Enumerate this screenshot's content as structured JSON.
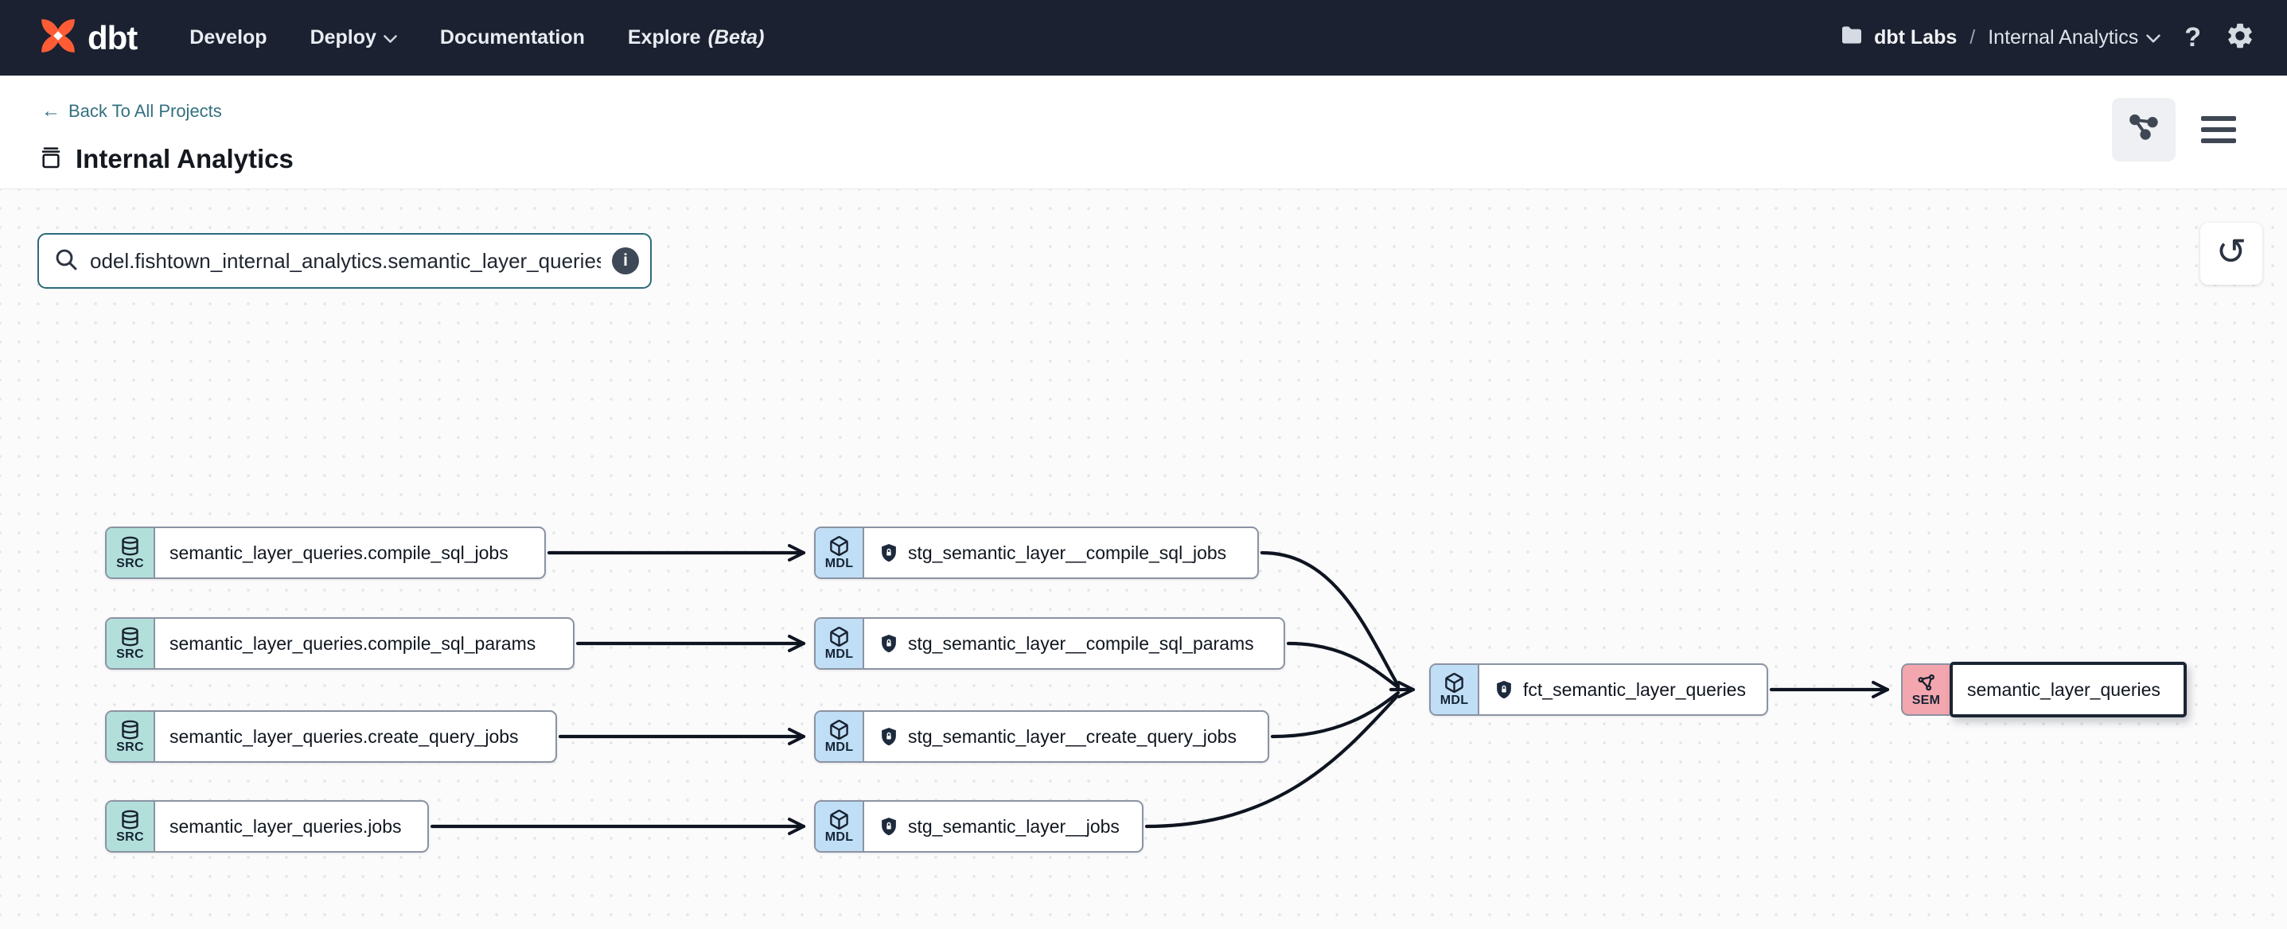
{
  "nav": {
    "brand": "dbt",
    "items": [
      {
        "label": "Develop"
      },
      {
        "label": "Deploy"
      },
      {
        "label": "Documentation"
      },
      {
        "label": "Explore",
        "badge": "(Beta)"
      }
    ],
    "org": "dbt Labs",
    "separator": "/",
    "project": "Internal Analytics",
    "help_label": "?"
  },
  "header": {
    "back_arrow": "←",
    "back_label": "Back To All Projects",
    "title": "Internal Analytics"
  },
  "canvas": {
    "search_value": "odel.fishtown_internal_analytics.semantic_layer_queries",
    "info_label": "i",
    "reset_glyph": "↺"
  },
  "graph": {
    "nodes": [
      {
        "type": "SRC",
        "label": "semantic_layer_queries.compile_sql_jobs"
      },
      {
        "type": "MDL",
        "label": "stg_semantic_layer__compile_sql_jobs"
      },
      {
        "type": "SRC",
        "label": "semantic_layer_queries.compile_sql_params"
      },
      {
        "type": "MDL",
        "label": "stg_semantic_layer__compile_sql_params"
      },
      {
        "type": "SRC",
        "label": "semantic_layer_queries.create_query_jobs"
      },
      {
        "type": "MDL",
        "label": "stg_semantic_layer__create_query_jobs"
      },
      {
        "type": "SRC",
        "label": "semantic_layer_queries.jobs"
      },
      {
        "type": "MDL",
        "label": "stg_semantic_layer__jobs"
      },
      {
        "type": "MDL",
        "label": "fct_semantic_layer_queries"
      },
      {
        "type": "SEM",
        "label": "semantic_layer_queries",
        "selected": true
      }
    ],
    "edges": [
      {
        "from": "semantic_layer_queries.compile_sql_jobs",
        "to": "stg_semantic_layer__compile_sql_jobs"
      },
      {
        "from": "semantic_layer_queries.compile_sql_params",
        "to": "stg_semantic_layer__compile_sql_params"
      },
      {
        "from": "semantic_layer_queries.create_query_jobs",
        "to": "stg_semantic_layer__create_query_jobs"
      },
      {
        "from": "semantic_layer_queries.jobs",
        "to": "stg_semantic_layer__jobs"
      },
      {
        "from": "stg_semantic_layer__compile_sql_jobs",
        "to": "fct_semantic_layer_queries"
      },
      {
        "from": "stg_semantic_layer__compile_sql_params",
        "to": "fct_semantic_layer_queries"
      },
      {
        "from": "stg_semantic_layer__create_query_jobs",
        "to": "fct_semantic_layer_queries"
      },
      {
        "from": "stg_semantic_layer__jobs",
        "to": "fct_semantic_layer_queries"
      },
      {
        "from": "fct_semantic_layer_queries",
        "to": "semantic_layer_queries"
      }
    ]
  },
  "colors": {
    "navbar_bg": "#1b2130",
    "brand_orange": "#ff5c35",
    "teal_link": "#32707f",
    "search_border": "#2d6b7a",
    "node_border": "#8b93a2",
    "src_badge": "#b3dfdb",
    "mdl_badge": "#c0def6",
    "sem_badge": "#f3a6ae",
    "sem_selected_border": "#1b2433",
    "edge": "#0e1420",
    "spellcheck_underline": "#e4502e"
  }
}
